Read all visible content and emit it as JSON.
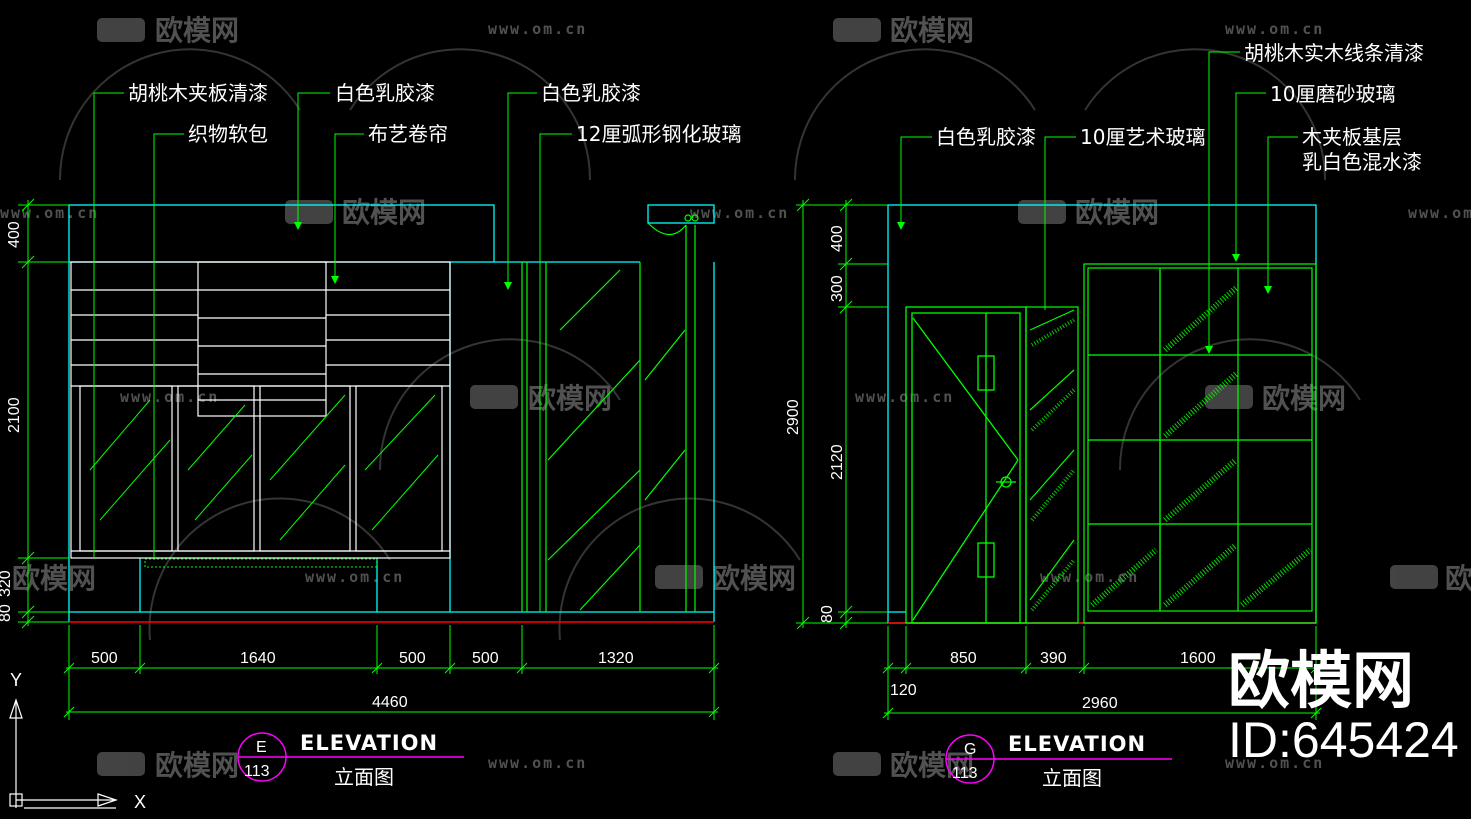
{
  "watermark": {
    "brand": "欧模网",
    "url": "www.om.cn",
    "url_partial": "www.om.cn"
  },
  "left_elevation": {
    "labels": {
      "walnut_plywood": "胡桃木夹板清漆",
      "white_latex_1": "白色乳胶漆",
      "white_latex_2": "白色乳胶漆",
      "fabric_soft": "织物软包",
      "fabric_blind": "布艺卷帘",
      "curved_glass": "12厘弧形钢化玻璃"
    },
    "vertical_dims": [
      "400",
      "2100",
      "320",
      "80"
    ],
    "horizontal_dims": [
      "500",
      "1640",
      "500",
      "500",
      "1320"
    ],
    "total": "4460",
    "tag": {
      "letter": "E",
      "number": "113",
      "title": "ELEVATION",
      "subtitle": "立面图"
    }
  },
  "right_elevation": {
    "labels": {
      "walnut_solid_line": "胡桃木实木线条清漆",
      "frosted_glass": "10厘磨砂玻璃",
      "white_latex": "白色乳胶漆",
      "art_glass": "10厘艺术玻璃",
      "plywood_base": "木夹板基层",
      "milky_paint": "乳白色混水漆"
    },
    "vertical_dims": [
      "400",
      "300",
      "2900",
      "2120",
      "80"
    ],
    "horizontal_dims": [
      "120",
      "850",
      "390",
      "1600"
    ],
    "total": "2960",
    "tag": {
      "letter": "G",
      "number": "113",
      "title": "ELEVATION",
      "subtitle": "立面图"
    }
  },
  "brand_mark": {
    "name": "欧模网",
    "id": "ID:645424"
  },
  "ucs": {
    "x": "X",
    "y": "Y"
  },
  "colors": {
    "line": "#00ff00",
    "cyan": "#00ffff",
    "floor": "#ff0000",
    "text": "#ffffff",
    "tag": "#ff00ff"
  }
}
